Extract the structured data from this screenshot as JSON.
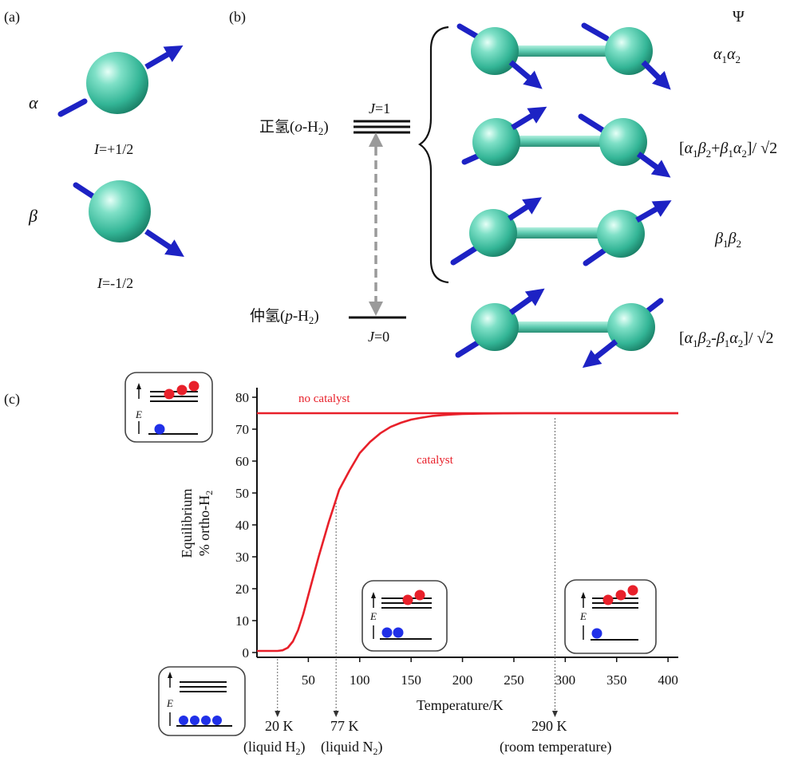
{
  "panel_labels": {
    "a": "(a)",
    "b": "(b)",
    "c": "(c)"
  },
  "panel_a": {
    "alpha": "α",
    "beta": "β",
    "alpha_spin": {
      "prefix": "I",
      "value": "=+1/2"
    },
    "beta_spin": {
      "prefix": "I",
      "value": "=-1/2"
    }
  },
  "panel_b": {
    "psi_header": "Ψ",
    "ortho_label": {
      "name": "正氢(",
      "letter": "o",
      "suffix": "-H",
      "sub": "2",
      "close": ")"
    },
    "para_label": {
      "name": "仲氢(",
      "letter": "p",
      "suffix": "-H",
      "sub": "2",
      "close": ")"
    },
    "j1": {
      "letter": "J",
      "value": "=1"
    },
    "j0": {
      "letter": "J",
      "value": "=0"
    },
    "states": [
      {
        "parts": [
          [
            "α",
            "it"
          ],
          [
            "1",
            "sub"
          ],
          [
            "α",
            "it"
          ],
          [
            "2",
            "sub"
          ]
        ]
      },
      {
        "parts": [
          [
            "[",
            ""
          ],
          [
            "α",
            "it"
          ],
          [
            "1",
            "sub"
          ],
          [
            "β",
            "it"
          ],
          [
            "2",
            "sub"
          ],
          [
            "+",
            ""
          ],
          [
            "β",
            "it"
          ],
          [
            "1",
            "sub"
          ],
          [
            "α",
            "it"
          ],
          [
            "2",
            "sub"
          ],
          [
            "]/ √2",
            ""
          ]
        ]
      },
      {
        "parts": [
          [
            "β",
            "it"
          ],
          [
            "1",
            "sub"
          ],
          [
            "β",
            "it"
          ],
          [
            "2",
            "sub"
          ]
        ]
      },
      {
        "parts": [
          [
            "[",
            ""
          ],
          [
            "α",
            "it"
          ],
          [
            "1",
            "sub"
          ],
          [
            "β",
            "it"
          ],
          [
            "2",
            "sub"
          ],
          [
            "-",
            ""
          ],
          [
            "β",
            "it"
          ],
          [
            "1",
            "sub"
          ],
          [
            "α",
            "it"
          ],
          [
            "2",
            "sub"
          ],
          [
            "]/ √2",
            ""
          ]
        ]
      }
    ]
  },
  "panel_c": {
    "inset_axis_label": "E",
    "no_catalyst_label": "no catalyst",
    "catalyst_label": "catalyst",
    "ref_labels": [
      {
        "temp": "20 K",
        "note": "(liquid H",
        "sub": "2",
        "close": ")"
      },
      {
        "temp": "77 K",
        "note": "(liquid N",
        "sub": "2",
        "close": ")"
      },
      {
        "temp": "290 K",
        "note": "(room temperature)",
        "sub": "",
        "close": ""
      }
    ]
  },
  "chart_data": {
    "type": "line",
    "xlabel": "Temperature/K",
    "ylabel_line1": "Equilibrium",
    "ylabel_line2": "% ortho-H",
    "ylabel_sub": "2",
    "xlim": [
      0,
      410
    ],
    "ylim": [
      0,
      80
    ],
    "x_ticks": [
      50,
      100,
      150,
      200,
      250,
      300,
      350,
      400
    ],
    "y_ticks": [
      0,
      10,
      20,
      30,
      40,
      50,
      60,
      70,
      80
    ],
    "reference_x": [
      20,
      77,
      290
    ],
    "series": [
      {
        "name": "no catalyst",
        "color": "#e8202a",
        "x": [
          0,
          410
        ],
        "y": [
          75,
          75
        ]
      },
      {
        "name": "catalyst",
        "color": "#e8202a",
        "x": [
          0,
          20,
          25,
          30,
          35,
          40,
          45,
          50,
          60,
          70,
          77,
          80,
          90,
          100,
          110,
          120,
          130,
          140,
          150,
          160,
          170,
          180,
          190,
          200,
          220,
          240,
          260,
          290,
          320,
          350,
          380,
          410
        ],
        "y": [
          0.5,
          0.5,
          0.7,
          1.5,
          3.5,
          7,
          12,
          18,
          30,
          41,
          48,
          51,
          57,
          62.5,
          66,
          68.7,
          70.7,
          72,
          73,
          73.6,
          74.1,
          74.4,
          74.6,
          74.75,
          74.9,
          74.95,
          75,
          75,
          75,
          75,
          75,
          75
        ]
      }
    ]
  }
}
